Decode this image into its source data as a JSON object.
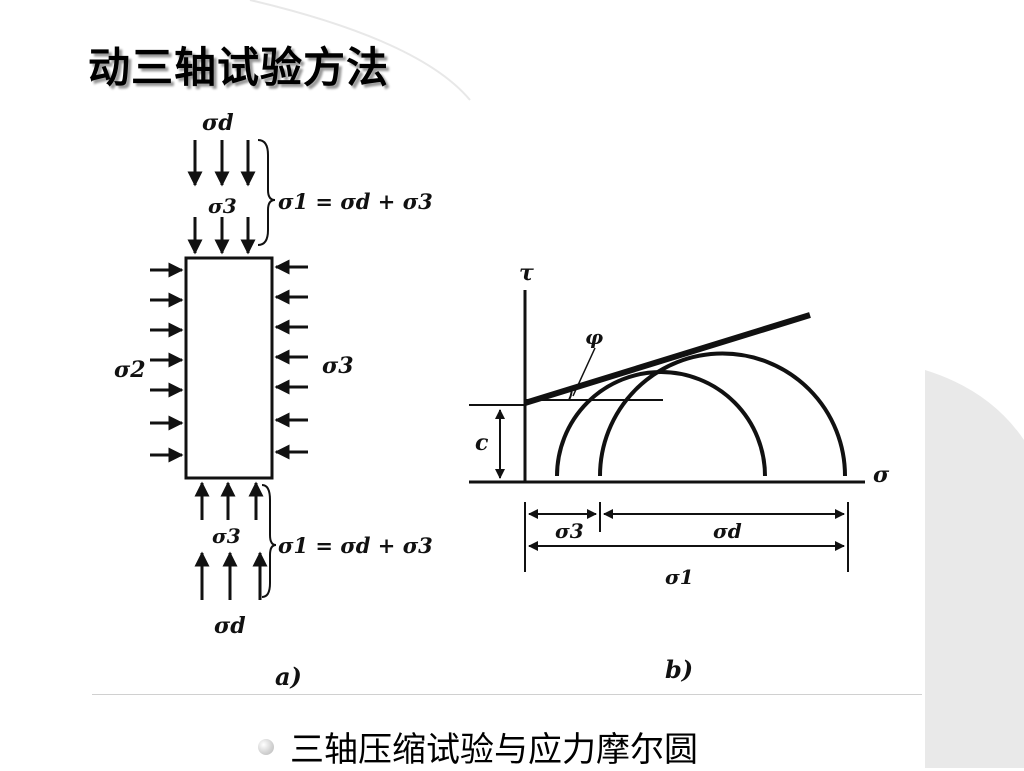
{
  "slide": {
    "title": "动三轴试验方法",
    "caption": "三轴压缩试验与应力摩尔圆"
  },
  "diagram_a": {
    "panel_label": "a)",
    "top_stress_label": "σd",
    "inner_top_label": "σ3",
    "top_equation": "σ1 = σd + σ3",
    "left_label": "σ2",
    "right_label": "σ3",
    "inner_bottom_label": "σ3",
    "bottom_equation": "σ1 = σd + σ3",
    "bottom_stress_label": "σd"
  },
  "diagram_b": {
    "panel_label": "b)",
    "tau_axis_label": "τ",
    "sigma_axis_label": "σ",
    "friction_angle_label": "φ",
    "cohesion_label": "c",
    "dim_sigma3_label": "σ3",
    "dim_sigmad_label": "σd",
    "dim_sigma1_label": "σ1"
  },
  "colors": {
    "ink": "#111111",
    "title_shadow": "#9a9a9a",
    "swoosh": "#e6e6e6"
  }
}
